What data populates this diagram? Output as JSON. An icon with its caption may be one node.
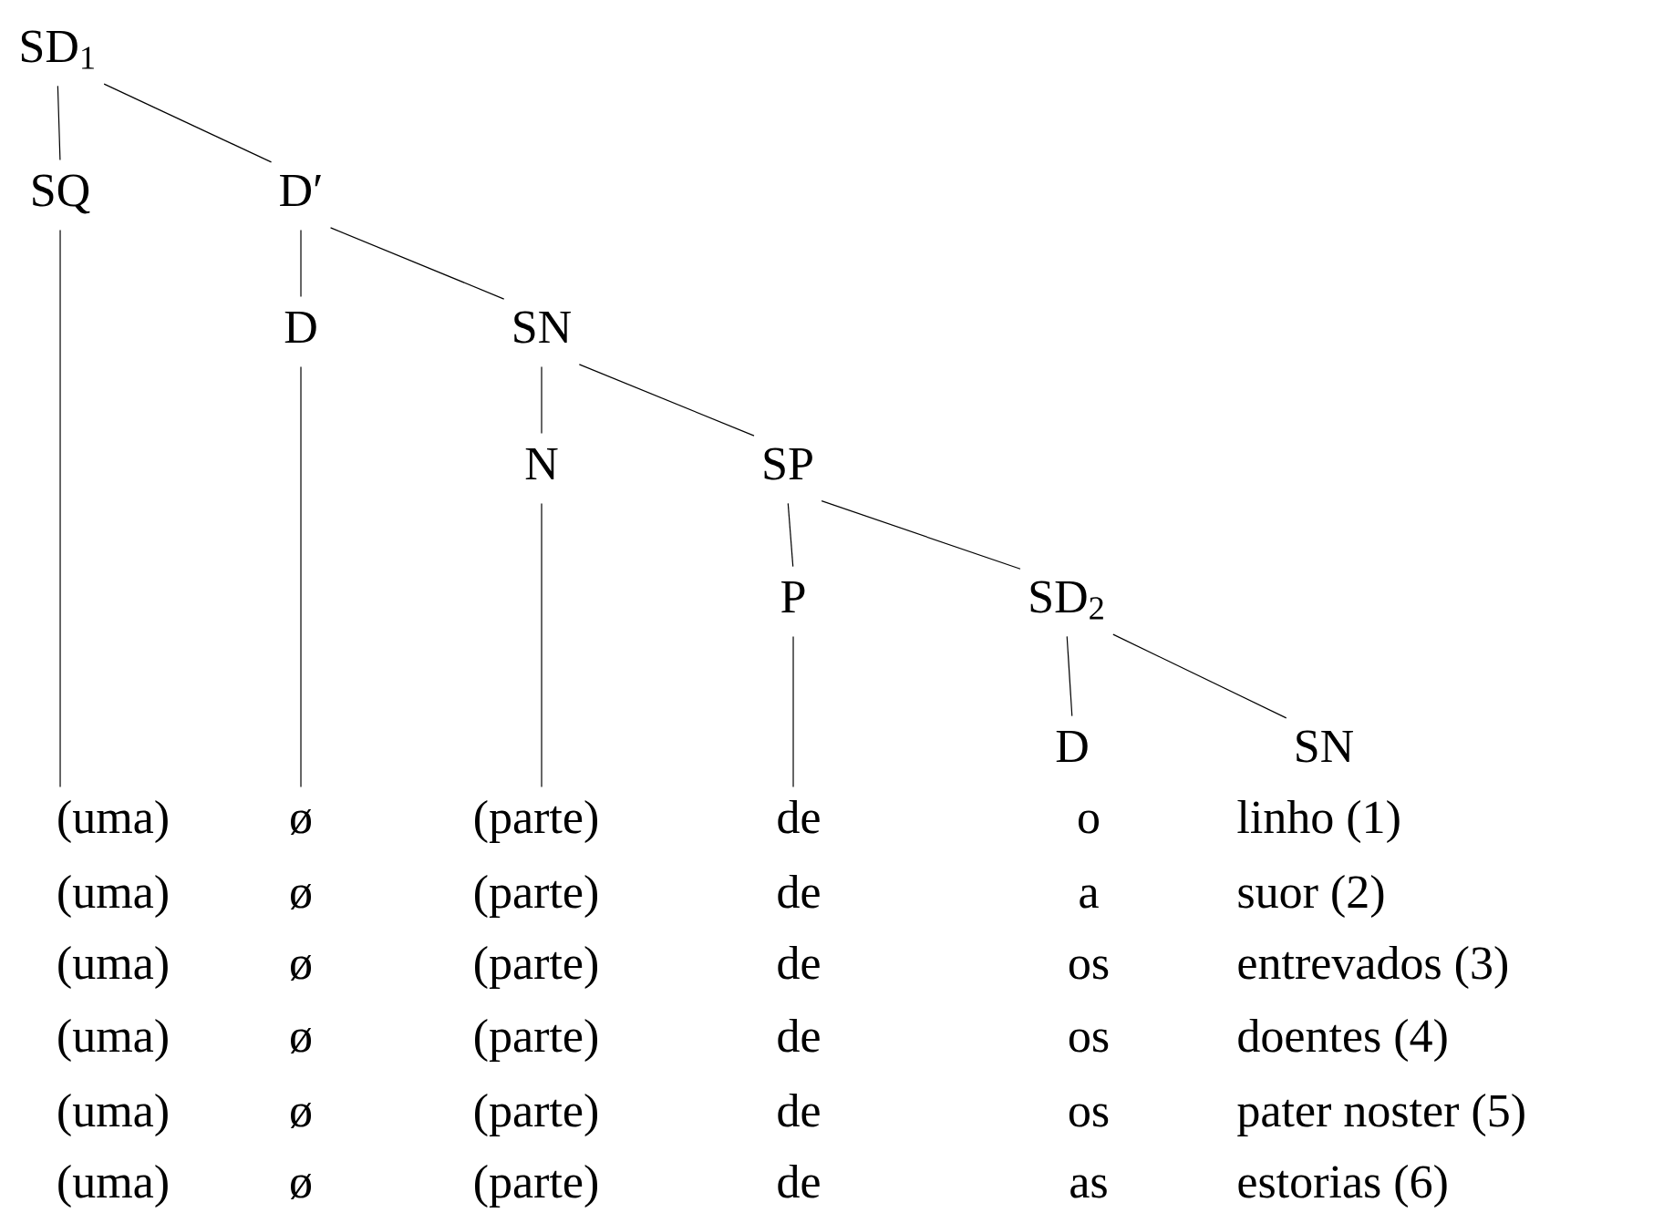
{
  "diagram": {
    "nodes": [
      {
        "text": [
          "SD$_{1}$"
        ]
      },
      {
        "text": [
          "SQ"
        ]
      },
      {
        "text": [
          "D′"
        ]
      },
      {
        "text": [
          "D"
        ]
      },
      {
        "text": [
          "SN"
        ]
      },
      {
        "text": [
          "N"
        ]
      },
      {
        "text": [
          "SP"
        ]
      },
      {
        "text": [
          "P"
        ]
      },
      {
        "text": [
          "SD$_{2}$"
        ]
      },
      {
        "text": [
          "D"
        ]
      },
      {
        "text": [
          "SN"
        ]
      },
      {
        "text": [
          "(uma)"
        ]
      },
      {
        "text": [
          "ø"
        ]
      },
      {
        "text": [
          "(parte)"
        ]
      },
      {
        "text": [
          "de"
        ]
      }
    ],
    "edges": [
      {
        "from": 0,
        "to": 1,
        "arrow": "none"
      },
      {
        "from": 0,
        "to": 2,
        "arrow": "none"
      },
      {
        "from": 2,
        "to": 3,
        "arrow": "none"
      },
      {
        "from": 2,
        "to": 4,
        "arrow": "none"
      },
      {
        "from": 4,
        "to": 5,
        "arrow": "none"
      },
      {
        "from": 4,
        "to": 6,
        "arrow": "none"
      },
      {
        "from": 6,
        "to": 7,
        "arrow": "none"
      },
      {
        "from": 6,
        "to": 8,
        "arrow": "none"
      },
      {
        "from": 8,
        "to": 9,
        "arrow": "none"
      },
      {
        "from": 8,
        "to": 10,
        "arrow": "none"
      },
      {
        "from": 1,
        "to": 11,
        "arrow": "none"
      },
      {
        "from": 3,
        "to": 12,
        "arrow": "none"
      },
      {
        "from": 5,
        "to": 13,
        "arrow": "none"
      },
      {
        "from": 7,
        "to": 14,
        "arrow": "none"
      }
    ],
    "labels": [
      "o",
      "linho (1)",
      "(uma)",
      "ø",
      "(parte)",
      "de",
      "a",
      "suor  (2)",
      "(uma)",
      "ø",
      "(parte)",
      "de",
      "os",
      "entrevados (3)",
      "(uma)",
      "ø",
      "(parte)",
      "de",
      "os",
      "doentes (4)",
      "(uma)",
      "ø",
      "(parte)",
      "de",
      "os",
      "pater noster (5)",
      "(uma)",
      "ø",
      "(parte)",
      "de",
      "as",
      "estorias (6)"
    ]
  }
}
